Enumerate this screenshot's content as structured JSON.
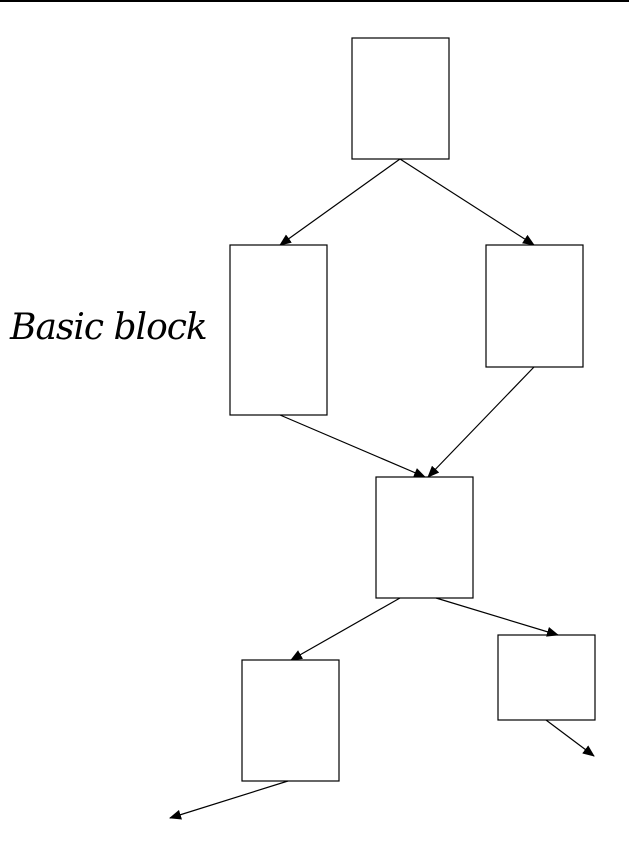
{
  "annotation": {
    "label": "Basic block"
  },
  "colors": {
    "line": "#000000",
    "block_fill": "#ffffff",
    "background": "#ffffff"
  },
  "blocks": [
    {
      "id": "block-top"
    },
    {
      "id": "block-left"
    },
    {
      "id": "block-right"
    },
    {
      "id": "block-merge"
    },
    {
      "id": "block-bottom-left"
    },
    {
      "id": "block-bottom-right"
    }
  ],
  "edges": [
    {
      "from": "block-top",
      "to": "block-left"
    },
    {
      "from": "block-top",
      "to": "block-right"
    },
    {
      "from": "block-left",
      "to": "block-merge"
    },
    {
      "from": "block-right",
      "to": "block-merge"
    },
    {
      "from": "block-merge",
      "to": "block-bottom-left"
    },
    {
      "from": "block-merge",
      "to": "block-bottom-right"
    },
    {
      "from": "block-bottom-left",
      "to": "outgoing"
    },
    {
      "from": "block-bottom-right",
      "to": "outgoing"
    }
  ]
}
